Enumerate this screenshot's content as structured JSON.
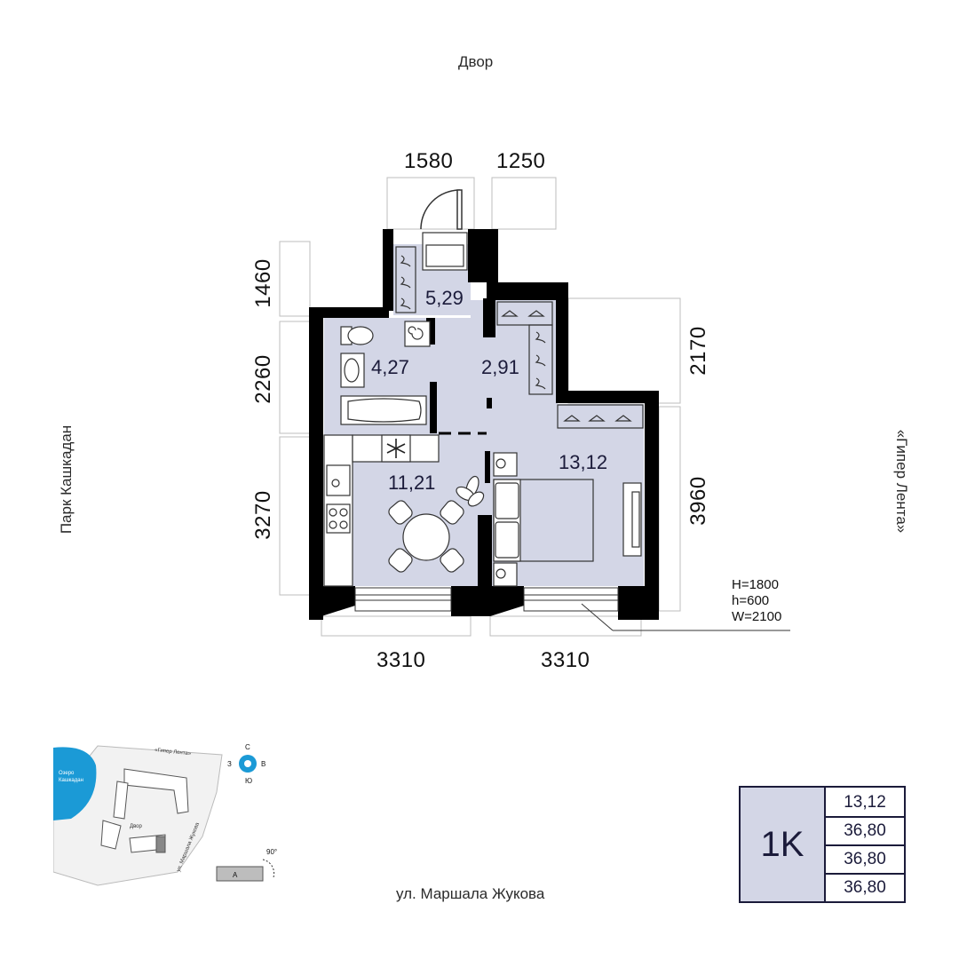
{
  "surroundings": {
    "top": "Двор",
    "left": "Парк Кашкадан",
    "right": "«Гипер Лента»",
    "bottom": "ул. Маршала Жукова"
  },
  "dimensions": {
    "top_left": "1580",
    "top_right": "1250",
    "left_1": "1460",
    "left_2": "2260",
    "left_3": "3270",
    "right_1": "2170",
    "right_2": "3960",
    "bottom_left": "3310",
    "bottom_right": "3310"
  },
  "rooms": {
    "hall": "5,29",
    "bathroom": "4,27",
    "wardrobe": "2,91",
    "kitchen": "11,21",
    "bedroom": "13,12"
  },
  "window_spec": {
    "line1": "H=1800",
    "line2": "h=600",
    "line3": "W=2100"
  },
  "compass": {
    "n": "С",
    "s": "Ю",
    "w": "З",
    "e": "В"
  },
  "site_plan": {
    "lake": "Озеро Кашкадан",
    "lake_line1": "Озеро",
    "lake_line2": "Кашкадан",
    "store": "«Гипер Лента»",
    "yard": "Двор",
    "street": "ул. Маршала Жукова",
    "section": "А",
    "rotation": "90°"
  },
  "summary": {
    "type": "1K",
    "values": [
      "13,12",
      "36,80",
      "36,80",
      "36,80"
    ]
  },
  "colors": {
    "wall": "#000000",
    "floor": "#d3d6e6",
    "ink": "#1b1b3a",
    "lake": "#1b9ad6",
    "compass": "#1b9ad6"
  }
}
